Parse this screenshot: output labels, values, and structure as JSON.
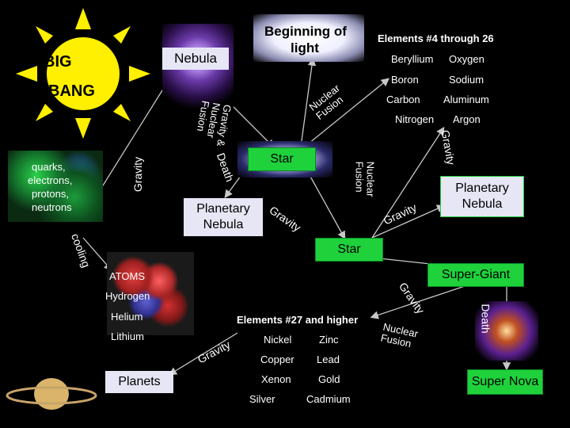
{
  "colors": {
    "background": "#000000",
    "box_green": "#1fd23c",
    "box_lavender": "#e6e6f5",
    "sun": "#ffef00",
    "arrow": "#c8c8c8"
  },
  "sun": {
    "line1": "BIG",
    "line2": "BANG"
  },
  "nebula": "Nebula",
  "beginning_of_light": [
    "Beginning of",
    "light"
  ],
  "particles": [
    "quarks,",
    "electrons,",
    "protons,",
    "neutrons"
  ],
  "elements_4_26": {
    "title": "Elements #4 through 26",
    "items": [
      [
        "Beryllium",
        "Oxygen"
      ],
      [
        "Boron",
        "Sodium"
      ],
      [
        "Carbon",
        "Aluminum"
      ],
      [
        "Nitrogen",
        "Argon"
      ]
    ]
  },
  "star_top": "Star",
  "star_mid": "Star",
  "planetary_nebula_left": [
    "Planetary",
    "Nebula"
  ],
  "planetary_nebula_right": [
    "Planetary",
    "Nebula"
  ],
  "super_giant": "Super-Giant",
  "super_nova": "Super Nova",
  "planets": "Planets",
  "atoms": {
    "title": "ATOMS",
    "items": [
      "Hydrogen",
      "Helium",
      "Lithium"
    ]
  },
  "elements_27": {
    "title": "Elements #27 and higher",
    "items": [
      [
        "Nickel",
        "Zinc"
      ],
      [
        "Copper",
        "Lead"
      ],
      [
        "Xenon",
        "Gold"
      ],
      [
        "Silver",
        "Cadmium"
      ]
    ]
  },
  "labels": {
    "gravity": "Gravity",
    "gravity_nuclear_fusion": [
      "Gravity &",
      "Nuclear",
      "Fusion"
    ],
    "nuclear_fusion": [
      "Nuclear",
      "Fusion"
    ],
    "death": "Death",
    "cooling": "cooling"
  }
}
